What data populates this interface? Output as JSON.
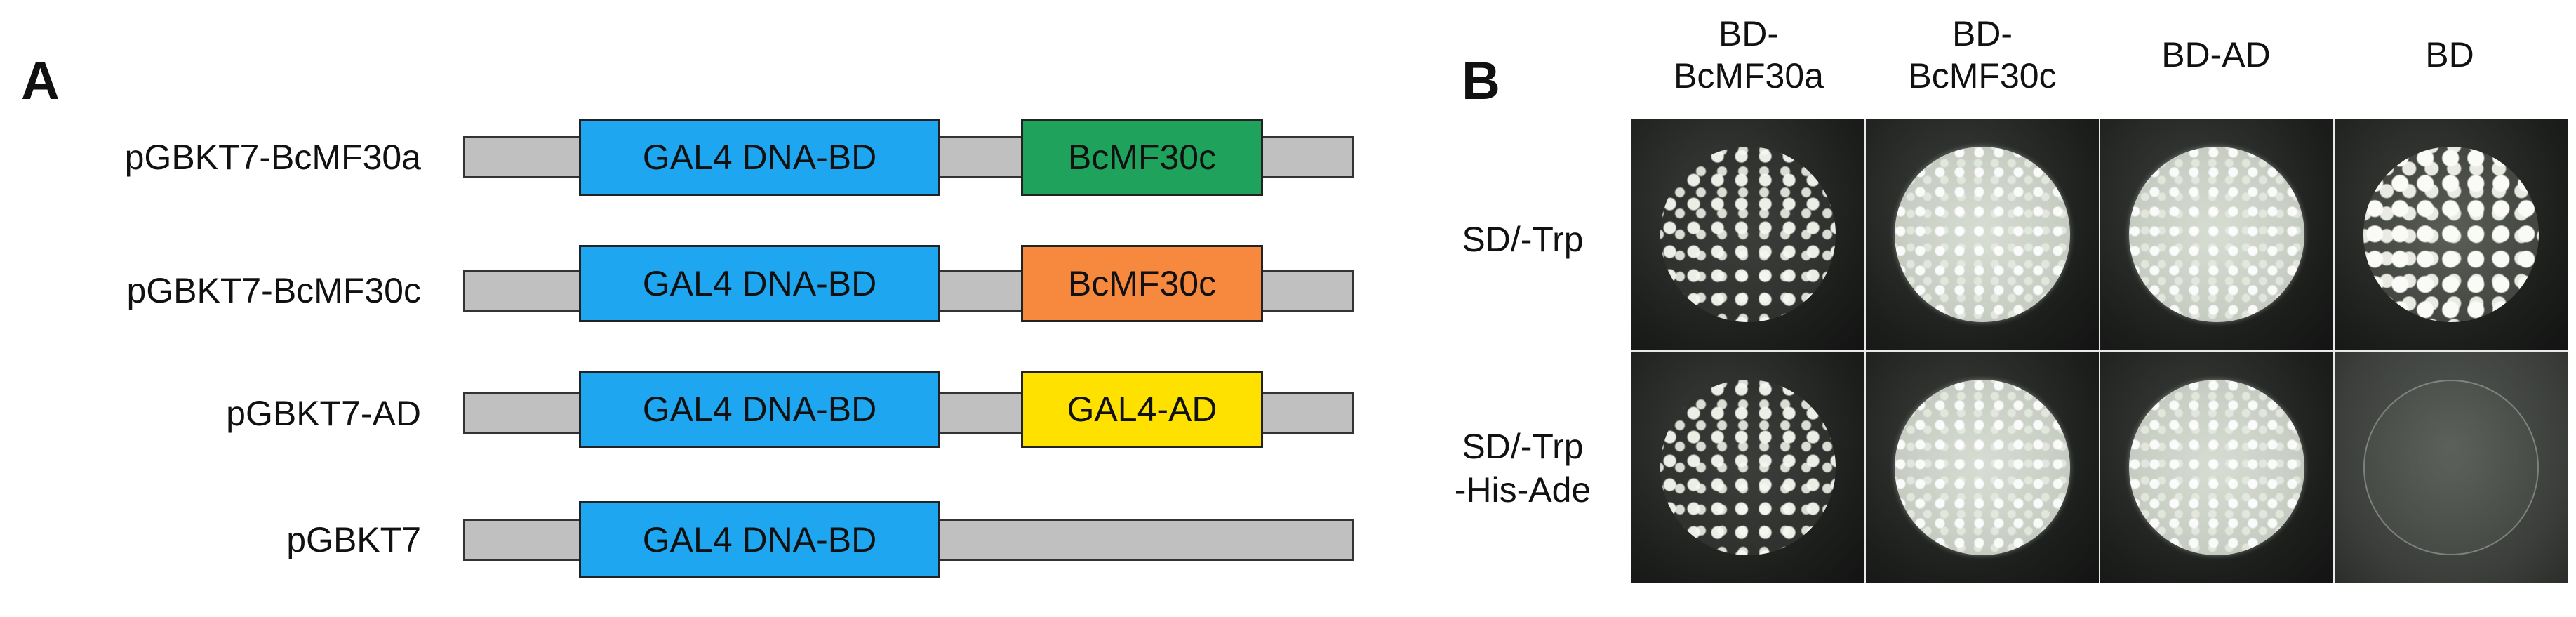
{
  "panel_a": {
    "letter": "A",
    "constructs": [
      {
        "label": "pGBKT7-BcMF30a",
        "bd_label": "GAL4 DNA-BD",
        "insert_label": "BcMF30c",
        "insert_color": "#1fa35c"
      },
      {
        "label": "pGBKT7-BcMF30c",
        "bd_label": "GAL4 DNA-BD",
        "insert_label": "BcMF30c",
        "insert_color": "#f7893f"
      },
      {
        "label": "pGBKT7-AD",
        "bd_label": "GAL4 DNA-BD",
        "insert_label": "GAL4-AD",
        "insert_color": "#ffe100"
      },
      {
        "label": "pGBKT7",
        "bd_label": "GAL4 DNA-BD",
        "insert_label": "",
        "insert_color": ""
      }
    ],
    "colors": {
      "bd": "#1ea7f0",
      "backbone": "#c0c0c0"
    }
  },
  "panel_b": {
    "letter": "B",
    "columns": [
      {
        "line1": "BD-",
        "line2": "BcMF30a"
      },
      {
        "line1": "BD-",
        "line2": "BcMF30c"
      },
      {
        "line1": "BD-AD",
        "line2": ""
      },
      {
        "line1": "BD",
        "line2": ""
      }
    ],
    "rows": [
      {
        "line1": "SD/-Trp",
        "line2": ""
      },
      {
        "line1": "SD/-Trp",
        "line2": "-His-Ade"
      }
    ],
    "growth": [
      [
        "sparse",
        "dense",
        "dense",
        "large"
      ],
      [
        "sparse",
        "dense",
        "dense",
        "faint"
      ]
    ]
  }
}
